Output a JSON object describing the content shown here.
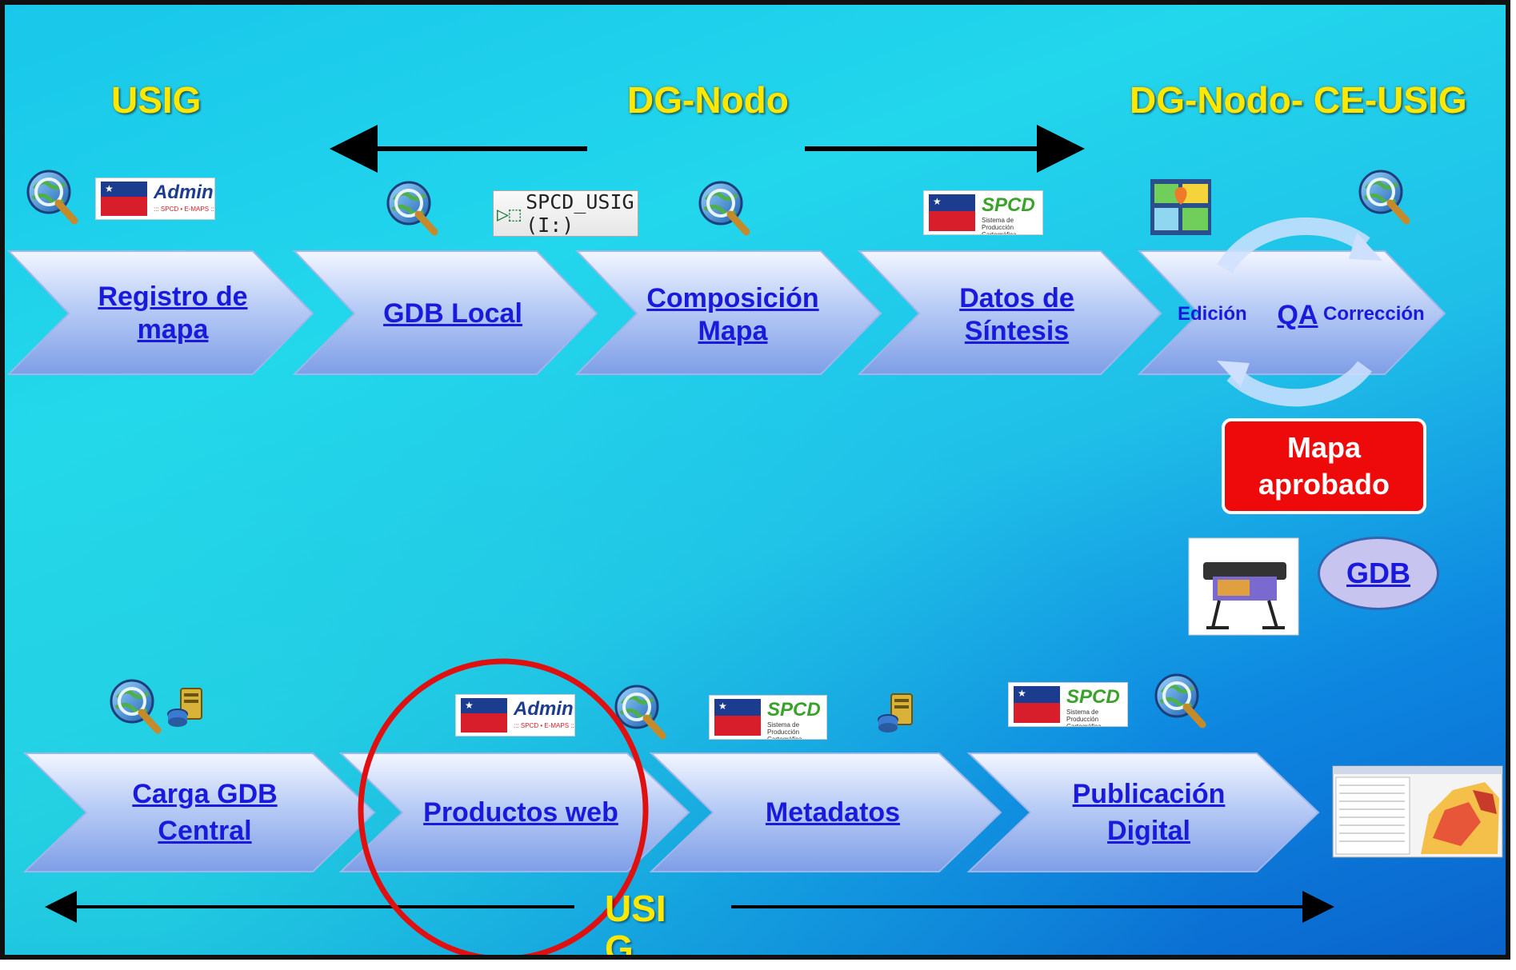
{
  "headings": {
    "usig_top": "USIG",
    "dg_nodo": "DG-Nodo",
    "dg_nodo_ce": "DG-Nodo- CE-USIG",
    "usig_bottom_line1": "USI",
    "usig_bottom_line2": "G"
  },
  "top_flow": [
    {
      "line1": "Registro de",
      "line2": "mapa"
    },
    {
      "line1": "GDB Local",
      "line2": ""
    },
    {
      "line1": "Composición",
      "line2": "Mapa"
    },
    {
      "line1": "Datos de",
      "line2": "Síntesis"
    },
    {
      "line1": "QA",
      "line2": ""
    }
  ],
  "qa_cycle": {
    "left": "Edición",
    "right": "Corrección"
  },
  "bottom_flow": [
    {
      "line1": "Carga GDB",
      "line2": "Central"
    },
    {
      "line1": "Productos web",
      "line2": ""
    },
    {
      "line1": "Metadatos",
      "line2": ""
    },
    {
      "line1": "Publicación",
      "line2": "Digital"
    }
  ],
  "mapa_aprobado": {
    "line1": "Mapa",
    "line2": "aprobado"
  },
  "gdb_oval": "GDB",
  "logos": {
    "admin_name": "Admin",
    "admin_sub": "::: SPCD • E-MAPS :::",
    "spcd_name": "SPCD",
    "spcd_sub": "Sistema de Producción Cartográfica Digital"
  },
  "drive_label": "SPCD_USIG (I:)",
  "colors": {
    "heading": "#ffe800",
    "link": "#1a1adc",
    "approved_box": "#ee0a0a",
    "highlight_circle": "#e01010"
  },
  "icons": [
    "globe-search-icon",
    "database-server-icon",
    "map-layout-icon",
    "plotter-printer-icon",
    "map-viewer-thumbnail",
    "cycle-arrows-icon",
    "network-drive-icon"
  ]
}
